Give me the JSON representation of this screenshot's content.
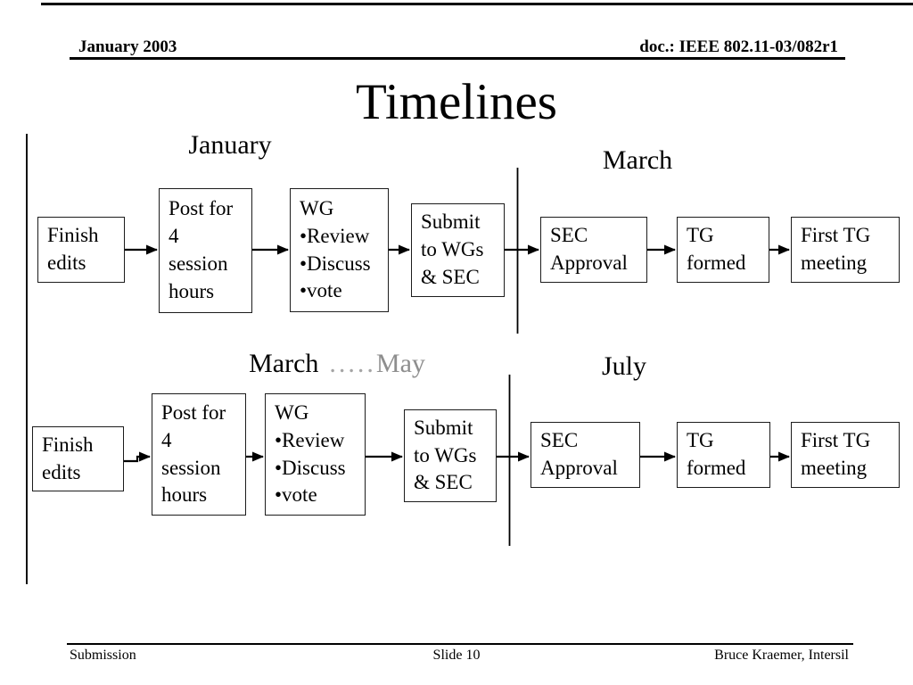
{
  "colors": {
    "text": "#000000",
    "muted_label": "#8e8e8e",
    "line": "#000000",
    "background": "#ffffff"
  },
  "header": {
    "date": "January 2003",
    "doc": "doc.: IEEE 802.11-03/082r1"
  },
  "title": "Timelines",
  "rows": [
    {
      "label_left": "January",
      "label_right": "March",
      "boxes": [
        {
          "lines": [
            "Finish",
            "edits"
          ]
        },
        {
          "lines": [
            "Post for",
            "4",
            "session",
            "hours"
          ]
        },
        {
          "lines": [
            "WG",
            "•Review",
            "•Discuss",
            "•vote"
          ]
        },
        {
          "lines": [
            "Submit",
            "to WGs",
            "& SEC"
          ]
        },
        {
          "lines": [
            "SEC",
            "Approval"
          ]
        },
        {
          "lines": [
            "TG",
            "formed"
          ]
        },
        {
          "lines": [
            "First TG",
            "meeting"
          ]
        }
      ]
    },
    {
      "label_left": "March",
      "label_dots": ".....",
      "label_muted": "May",
      "label_right": "July",
      "boxes": [
        {
          "lines": [
            "Finish",
            "edits"
          ]
        },
        {
          "lines": [
            "Post for",
            "4",
            "session",
            "hours"
          ]
        },
        {
          "lines": [
            "WG",
            "•Review",
            "•Discuss",
            "•vote"
          ]
        },
        {
          "lines": [
            "Submit",
            "to WGs",
            "& SEC"
          ]
        },
        {
          "lines": [
            "SEC",
            "Approval"
          ]
        },
        {
          "lines": [
            "TG",
            "formed"
          ]
        },
        {
          "lines": [
            "First TG",
            "meeting"
          ]
        }
      ]
    }
  ],
  "footer": {
    "left": "Submission",
    "center": "Slide 10",
    "right": "Bruce Kraemer, Intersil"
  }
}
